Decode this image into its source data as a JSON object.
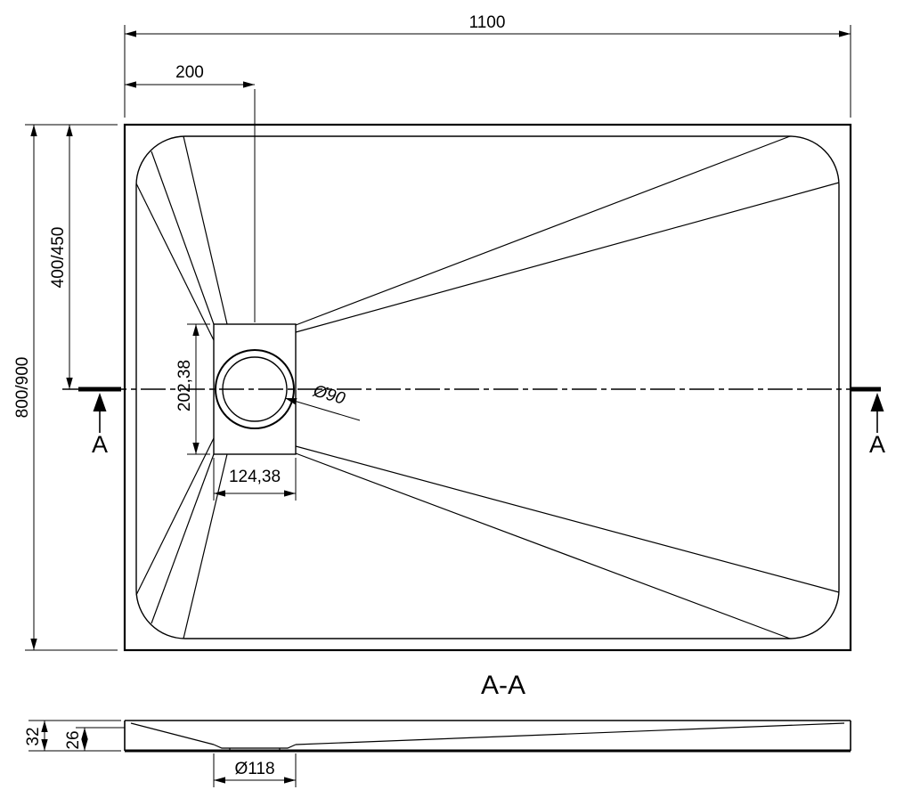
{
  "top_view": {
    "overall_width": "1100",
    "drain_offset": "200",
    "overall_depth": "800/900",
    "drain_center_offset": "400/450",
    "drain_plate_height": "202,38",
    "drain_plate_width": "124,38",
    "drain_diameter": "Ø90",
    "section_marker_left": "A",
    "section_marker_right": "A"
  },
  "section_view": {
    "title": "A-A",
    "total_height": "32",
    "edge_height": "26",
    "waste_hole_diameter": "Ø118"
  },
  "colors": {
    "line": "#000000",
    "background": "#ffffff"
  }
}
